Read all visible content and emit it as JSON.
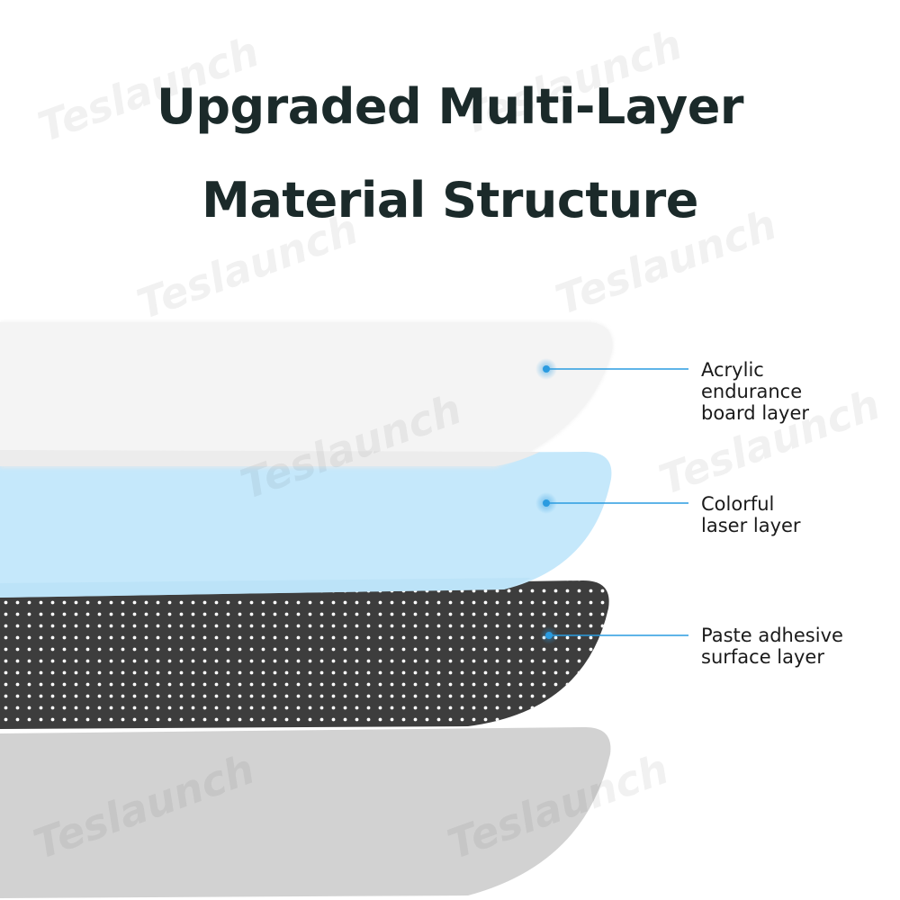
{
  "title": {
    "line1": "Upgraded Multi-Layer",
    "line2": "Material Structure"
  },
  "layers": [
    {
      "id": "acrylic",
      "label_lines": [
        "Acrylic",
        "endurance",
        "board layer"
      ]
    },
    {
      "id": "laser",
      "label_lines": [
        "Colorful",
        "laser layer"
      ]
    },
    {
      "id": "adhesive",
      "label_lines": [
        "Paste adhesive",
        "surface layer"
      ]
    }
  ],
  "watermark": "Teslaunch",
  "colors": {
    "title_text": "#1b2a2a",
    "acrylic_layer": "#f4f4f4",
    "laser_layer": "#c5e8fb",
    "adhesive_layer": "#3d3d3d",
    "base_layer": "#d2d2d2",
    "callout": "#2a9be0"
  }
}
